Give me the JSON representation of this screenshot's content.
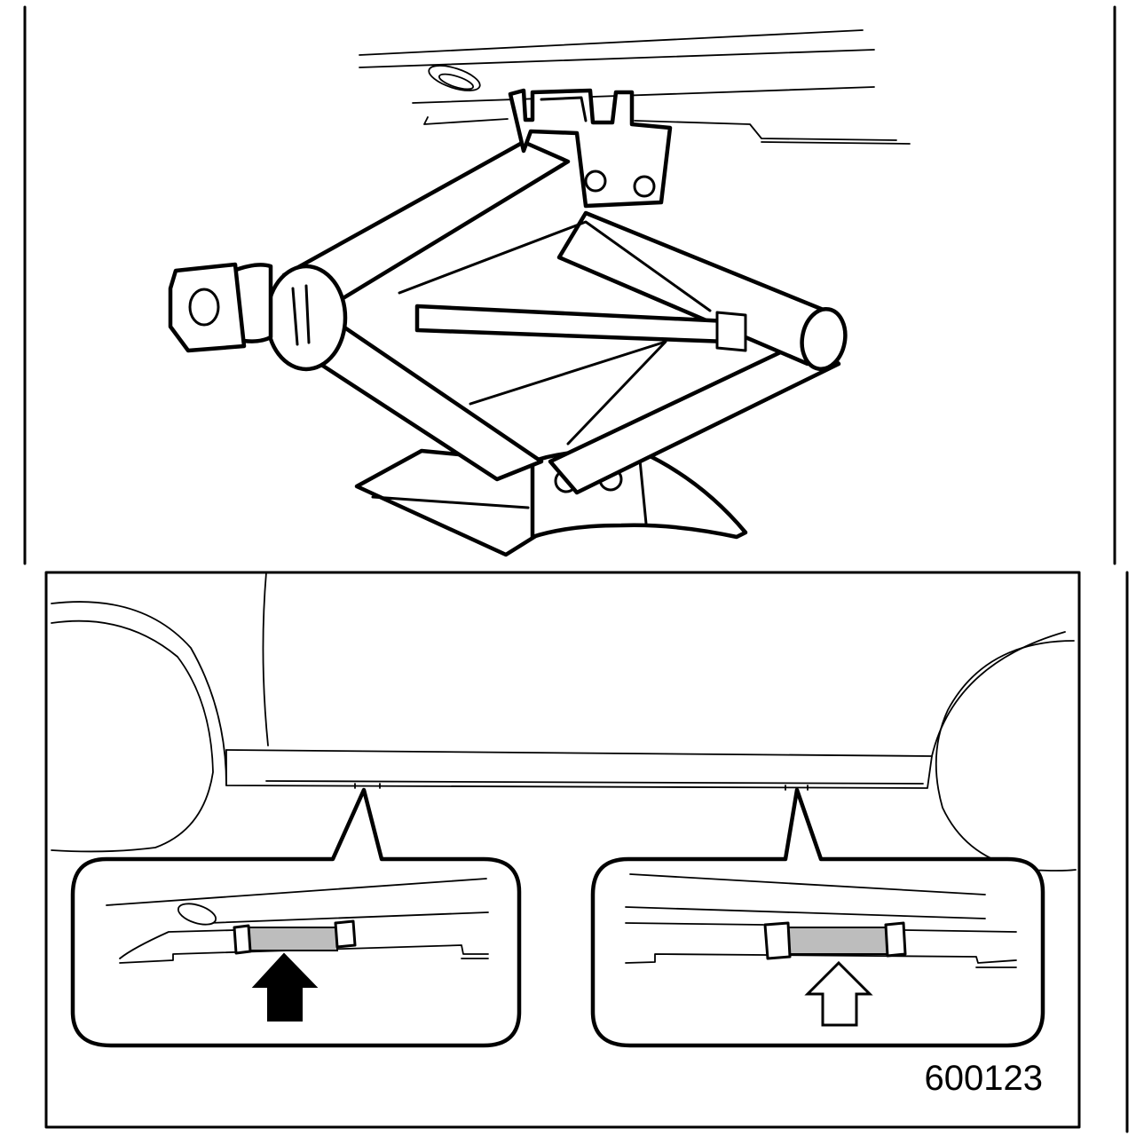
{
  "figure": {
    "code": "600123"
  },
  "colors": {
    "line": "#000000",
    "background": "#ffffff",
    "jack_point_highlight": "#bdbdbd"
  },
  "icons": {
    "jack": "scissor-jack-illustration",
    "vehicle": "vehicle-side-outline",
    "arrows": "up-arrow-icon"
  }
}
